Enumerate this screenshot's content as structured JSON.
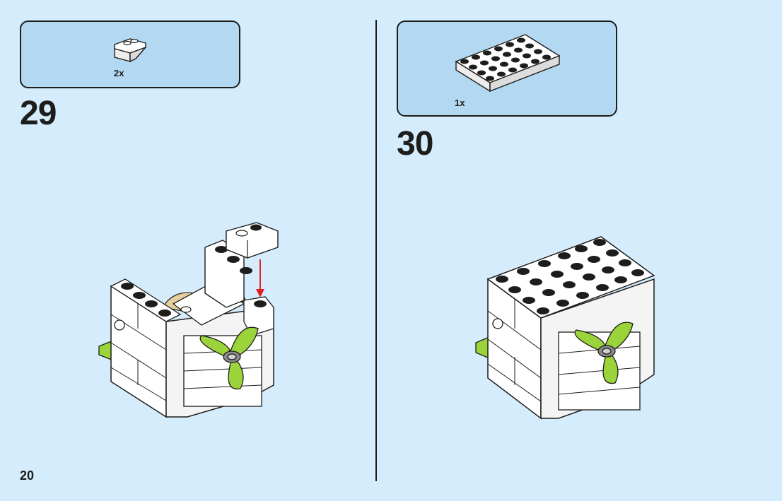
{
  "steps": [
    {
      "number": "29",
      "parts_callout": {
        "quantity": "2x",
        "part_icon": "white-inverted-slope-brick"
      },
      "model_icon": "white-pump-housing-with-lime-fan-add-slopes"
    },
    {
      "number": "30",
      "parts_callout": {
        "quantity": "1x",
        "part_icon": "white-plate-4x6"
      },
      "model_icon": "white-pump-housing-with-lime-fan-top-plate"
    }
  ],
  "page_number": "20",
  "colors": {
    "background": "#d4ecfb",
    "callout": "#b3d9f2",
    "outline": "#1d1d1b",
    "lime": "#9bd43a",
    "tan": "#e3cfa0",
    "arrow": "#e02020"
  }
}
